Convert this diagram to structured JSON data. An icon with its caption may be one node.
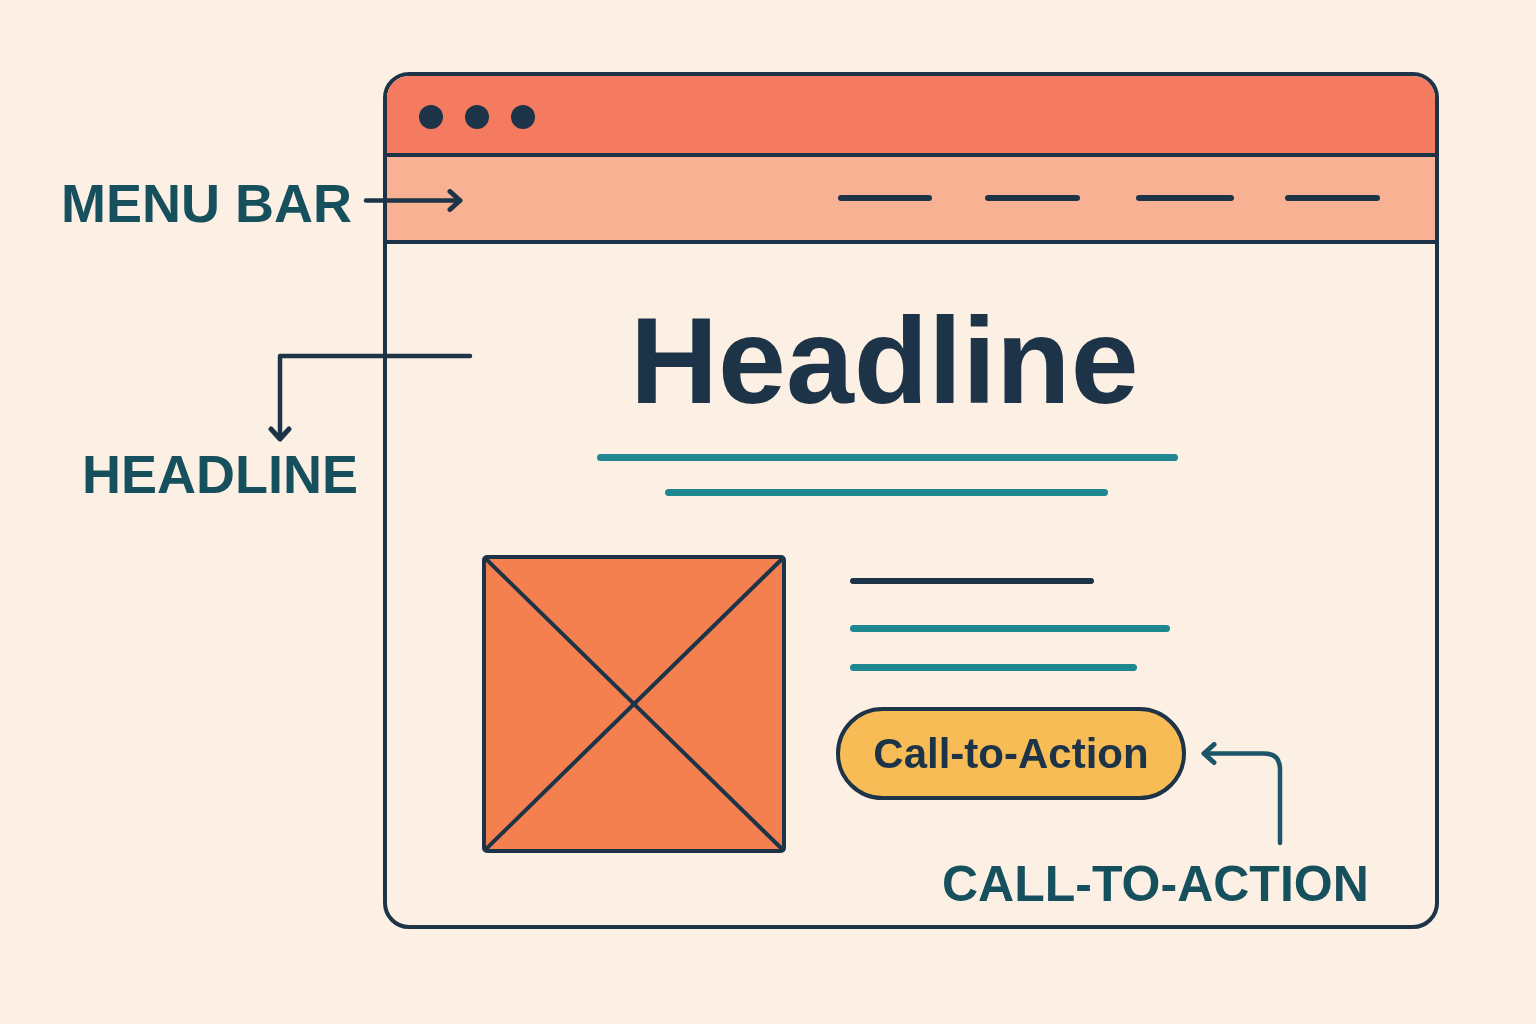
{
  "diagram": {
    "nodes": [
      {
        "text": [
          "MENU BAR"
        ]
      },
      {
        "text": [],
        "shape": "box"
      },
      {
        "text": [],
        "shape": "bar",
        "in": 1
      },
      {
        "text": [
          "Headline"
        ],
        "in": 1
      },
      {
        "text": [
          "HEADLINE"
        ]
      },
      {
        "text": [
          "Call-to-Action"
        ],
        "in": 1
      },
      {
        "text": [
          "CALL-TO-ACTION"
        ],
        "in": 1
      }
    ],
    "edges": [
      {
        "from": 0,
        "to": 2,
        "arrow": "to"
      },
      {
        "from": null,
        "to": 4,
        "arrow": "to"
      },
      {
        "from": 6,
        "to": 5,
        "arrow": "to",
        "color": "#1b5668"
      }
    ]
  }
}
